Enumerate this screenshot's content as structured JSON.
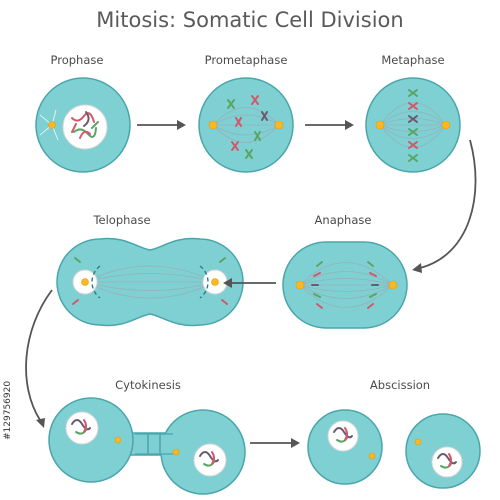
{
  "title": "Mitosis: Somatic Cell Division",
  "stages": {
    "prophase": "Prophase",
    "prometaphase": "Prometaphase",
    "metaphase": "Metaphase",
    "anaphase": "Anaphase",
    "telophase": "Telophase",
    "cytokinesis": "Cytokinesis",
    "abscission": "Abscission"
  },
  "watermark": "#129756920",
  "colors": {
    "cell_fill": "#7fd0d2",
    "cell_stroke": "#4aa6ab",
    "centrosome": "#f7b924",
    "chromosome_red": "#d2586a",
    "chromosome_green": "#5aa565",
    "arrow": "#555555"
  }
}
